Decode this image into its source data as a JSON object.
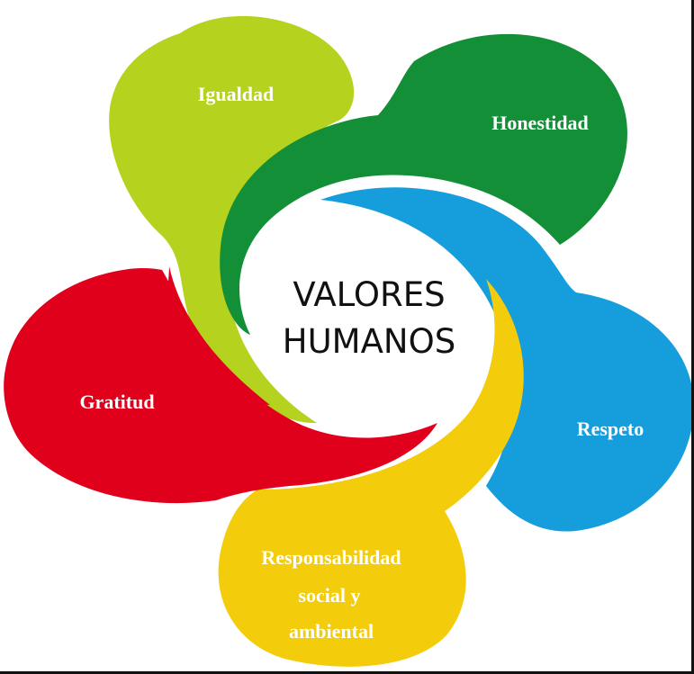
{
  "center": {
    "line1": "VALORES",
    "line2": "HUMANOS"
  },
  "petals": {
    "igualdad": {
      "label": "Igualdad",
      "color": "#b4d21e"
    },
    "honestidad": {
      "label": "Honestidad",
      "color": "#138f37"
    },
    "respeto": {
      "label": "Respeto",
      "color": "#169ddc"
    },
    "responsabilidad": {
      "line1": "Responsabilidad",
      "line2": "social y",
      "line3": "ambiental",
      "color": "#f3cc0c"
    },
    "gratitud": {
      "label": "Gratitud",
      "color": "#e1001c"
    }
  }
}
